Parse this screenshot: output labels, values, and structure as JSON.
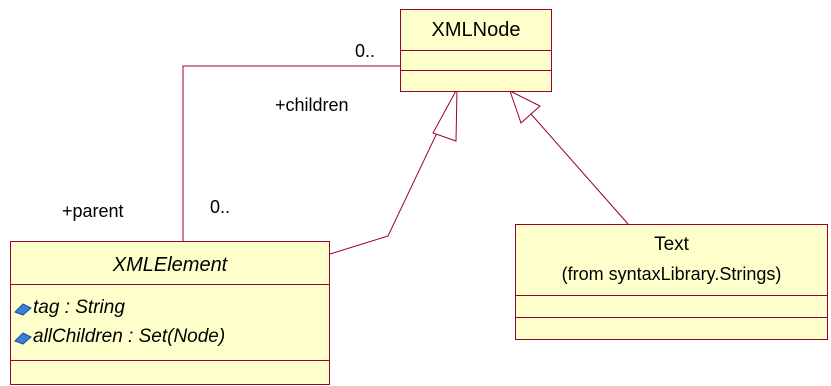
{
  "colors": {
    "fill": "#ffffcc",
    "border": "#990033",
    "attr_icon": "#3a7fd8"
  },
  "classes": {
    "xmlnode": {
      "name": "XMLNode"
    },
    "xmlelement": {
      "name": "XMLElement",
      "attributes": [
        "tag : String",
        "allChildren : Set(Node)"
      ]
    },
    "text": {
      "name": "Text",
      "package": "(from syntaxLibrary.Strings)"
    }
  },
  "association": {
    "children_role": "+children",
    "children_multiplicity": "0..",
    "parent_role": "+parent",
    "parent_multiplicity": "0.."
  }
}
